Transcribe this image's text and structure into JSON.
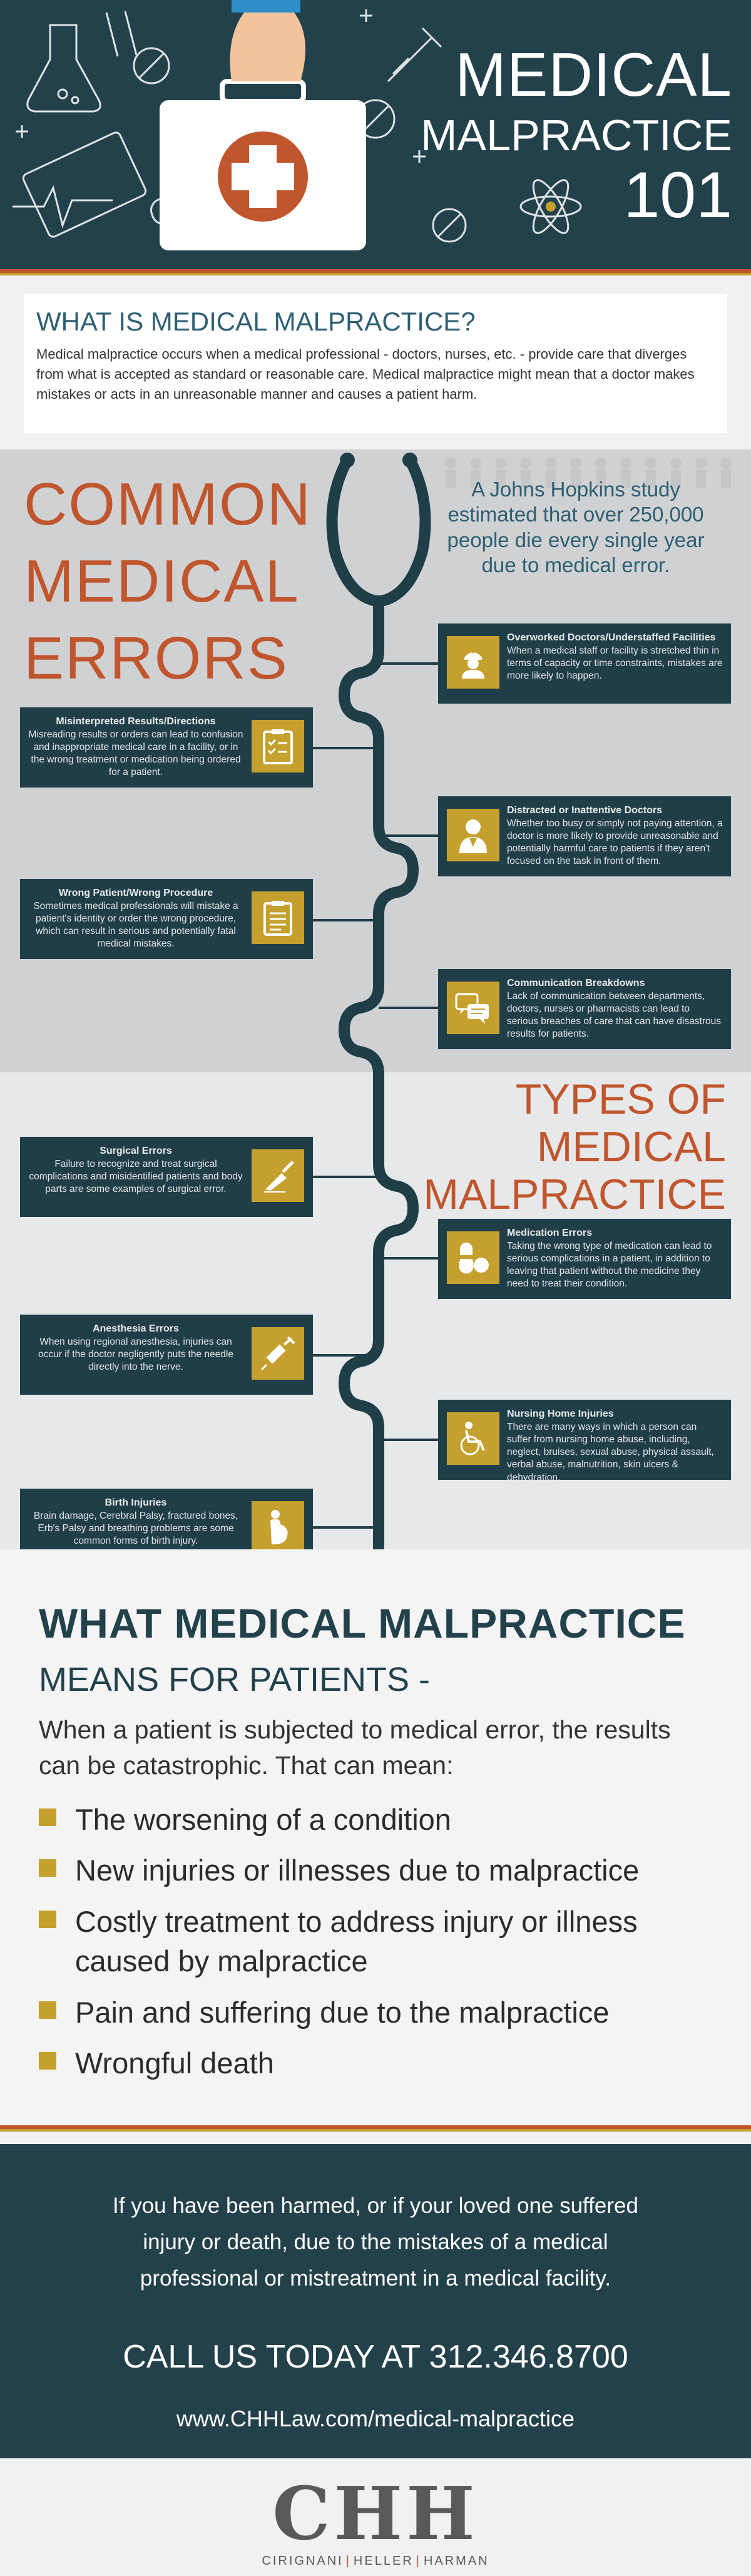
{
  "header": {
    "title_line1": "MEDICAL",
    "title_line2": "MALPRACTICE",
    "title_line3": "101"
  },
  "what_is": {
    "heading": "WHAT IS MEDICAL MALPRACTICE?",
    "body": "Medical malpractice occurs when a medical professional - doctors, nurses, etc. - provide care that diverges from what is accepted as standard or reasonable care. Medical malpractice might mean that a doctor makes mistakes or acts in an unreasonable manner and causes a patient harm."
  },
  "common_errors": {
    "title_line1": "COMMON",
    "title_line2": "MEDICAL",
    "title_line3": "ERRORS",
    "stat": "A Johns Hopkins study estimated that over 250,000 people die every single year due to medical error.",
    "items": [
      {
        "title": "Overworked Doctors/Understaffed Facilities",
        "desc": "When a medical staff or facility is stretched thin in terms of capacity or time constraints, mistakes are more likely to happen.",
        "icon": "nurse-icon"
      },
      {
        "title": "Misinterpreted Results/Directions",
        "desc": "Misreading results or orders can lead to confusion and inappropriate medical care in a facility, or in the wrong treatment or medication being ordered for a patient.",
        "icon": "checklist-icon"
      },
      {
        "title": "Distracted or Inattentive Doctors",
        "desc": "Whether too busy or simply not paying attention, a doctor is more likely to provide unreasonable and potentially harmful care to patients if they aren't focused on the task in front of them.",
        "icon": "doctor-icon"
      },
      {
        "title": "Wrong Patient/Wrong Procedure",
        "desc": "Sometimes medical professionals will mistake a patient's identity or order the wrong procedure, which can result in serious and potentially fatal medical mistakes.",
        "icon": "patient-chart-icon"
      },
      {
        "title": "Communication Breakdowns",
        "desc": "Lack of communication between departments, doctors, nurses or pharmacists can lead to serious breaches of care that can have disastrous results for patients.",
        "icon": "speech-bubbles-icon"
      }
    ]
  },
  "types": {
    "title_line1": "TYPES OF",
    "title_line2": "MEDICAL",
    "title_line3": "MALPRACTICE",
    "items": [
      {
        "title": "Surgical Errors",
        "desc": "Failure to recognize and treat surgical complications and misidentified patients and body parts are some examples of surgical error.",
        "icon": "scalpel-icon"
      },
      {
        "title": "Medication Errors",
        "desc": "Taking the wrong type of medication can lead to serious complications in a patient, in addition to leaving that patient without the medicine they need to treat their condition.",
        "icon": "pills-icon"
      },
      {
        "title": "Anesthesia Errors",
        "desc": "When using regional anesthesia, injuries can occur if the doctor negligently puts the needle directly into the nerve.",
        "icon": "syringe-icon"
      },
      {
        "title": "Nursing Home Injuries",
        "desc": "There are many ways in which a person can suffer from nursing home abuse, including, neglect, bruises, sexual abuse, physical assault, verbal abuse, malnutrition, skin ulcers & dehydration.",
        "icon": "wheelchair-icon"
      },
      {
        "title": "Birth Injuries",
        "desc": "Brain damage, Cerebral Palsy, fractured bones, Erb's Palsy and breathing problems are some common forms of birth injury.",
        "icon": "pregnant-icon"
      }
    ]
  },
  "means": {
    "heading": "WHAT MEDICAL MALPRACTICE",
    "subheading": "MEANS FOR PATIENTS -",
    "intro": "When a patient is subjected to medical error, the results can be catastrophic. That can mean:",
    "bullets": [
      "The worsening of a condition",
      "New injuries or illnesses due to malpractice",
      "Costly treatment to address injury or illness caused by malpractice",
      "Pain and suffering due to the malpractice",
      "Wrongful death"
    ]
  },
  "footer": {
    "cta": "If you have been harmed, or if your loved one suffered injury or death, due to the mistakes of a medical professional or mistreatment in a medical facility.",
    "call": "CALL US TODAY AT 312.346.8700",
    "url": "www.CHHLaw.com/medical-malpractice"
  },
  "logo": {
    "letters": "CHH",
    "name1": "CIRIGNANI",
    "name2": "HELLER",
    "name3": "HARMAN"
  },
  "colors": {
    "navy": "#22414b",
    "rust": "#c0562e",
    "gold": "#c5a02e",
    "teal_text": "#2d5f72"
  }
}
